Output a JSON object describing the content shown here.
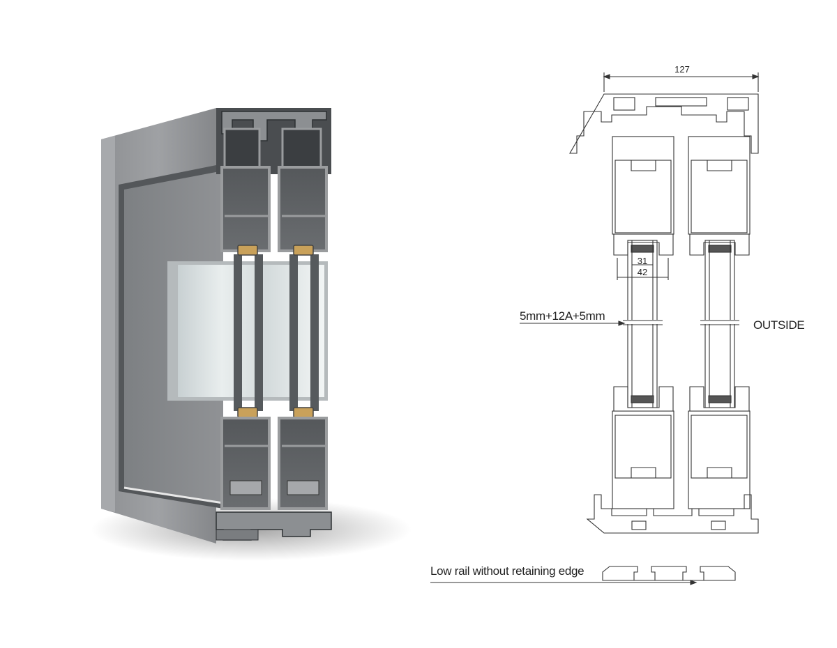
{
  "dimensions": {
    "overall_width": "127",
    "glazing_inner": "31",
    "glazing_outer": "42"
  },
  "labels": {
    "glass_spec": "5mm+12A+5mm",
    "outside": "OUTSIDE",
    "low_rail": "Low rail without retaining edge"
  },
  "colors": {
    "aluminium_light": "#9a9c9e",
    "aluminium_mid": "#6e7174",
    "aluminium_dark": "#3c3f42",
    "line": "#333333",
    "gasket": "#c9a15a"
  }
}
